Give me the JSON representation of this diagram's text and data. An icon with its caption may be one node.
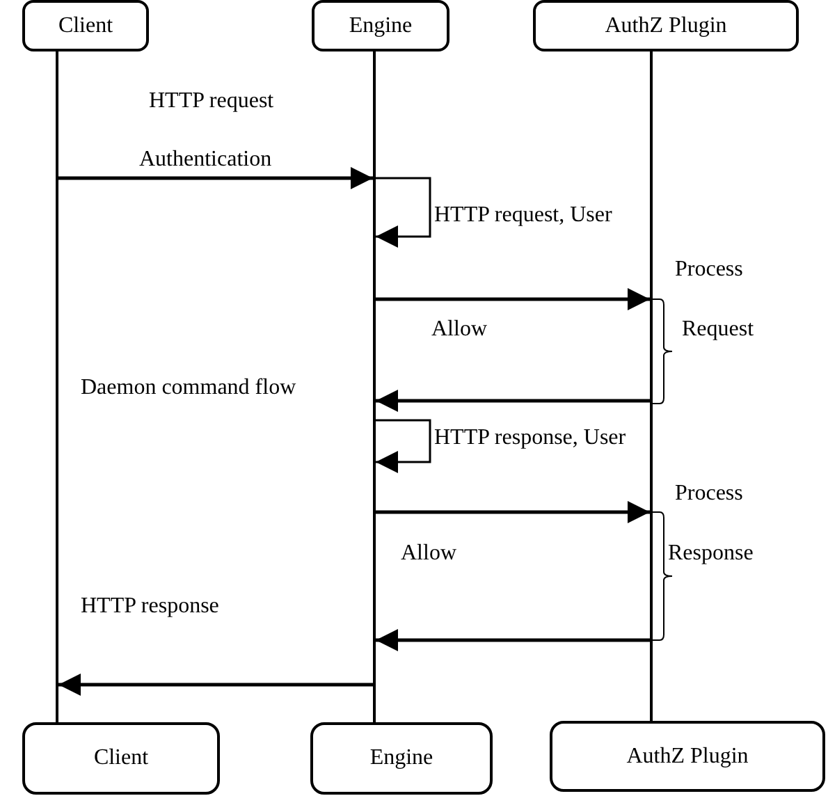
{
  "diagram": {
    "nodes": [
      {
        "text": [
          "Client"
        ]
      },
      {
        "text": [
          "Engine"
        ]
      },
      {
        "text": [
          "AuthZ Plugin"
        ]
      },
      {
        "text": [],
        "shape": "bar"
      },
      {
        "text": [],
        "shape": "bar"
      },
      {
        "text": [],
        "shape": "bar"
      },
      {
        "text": [
          "Client"
        ]
      },
      {
        "text": [
          "Engine"
        ]
      },
      {
        "text": [
          "AuthZ Plugin"
        ]
      }
    ],
    "edges": [
      {
        "from": 3,
        "to": 4,
        "arrow": "to"
      },
      {
        "from": 4,
        "to": 4,
        "arrow": "to"
      },
      {
        "from": 4,
        "to": 5,
        "arrow": "to"
      },
      {
        "from": 5,
        "to": 4,
        "arrow": "to"
      },
      {
        "from": 4,
        "to": 4,
        "arrow": "to"
      },
      {
        "from": 4,
        "to": 5,
        "arrow": "to"
      },
      {
        "from": 5,
        "to": 4,
        "arrow": "to"
      },
      {
        "from": 4,
        "to": 3,
        "arrow": "to"
      }
    ],
    "labels": [
      "HTTP request",
      "Authentication",
      "HTTP request, User",
      "Process",
      "Allow",
      "Request",
      "Daemon command flow",
      "HTTP response, User",
      "Process",
      "Allow",
      "Response",
      "HTTP response"
    ]
  }
}
